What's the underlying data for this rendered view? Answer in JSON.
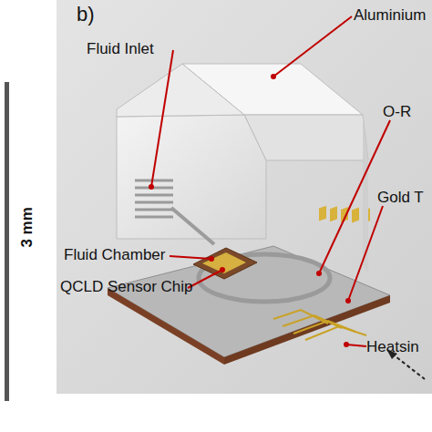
{
  "diagram": {
    "labels": [
      "b)",
      "3 mm",
      "Aluminium",
      "Fluid Inlet",
      "O-R",
      "Fluid Chamber",
      "Gold T",
      "QCLD Sensor Chip",
      "Heatsin"
    ]
  }
}
